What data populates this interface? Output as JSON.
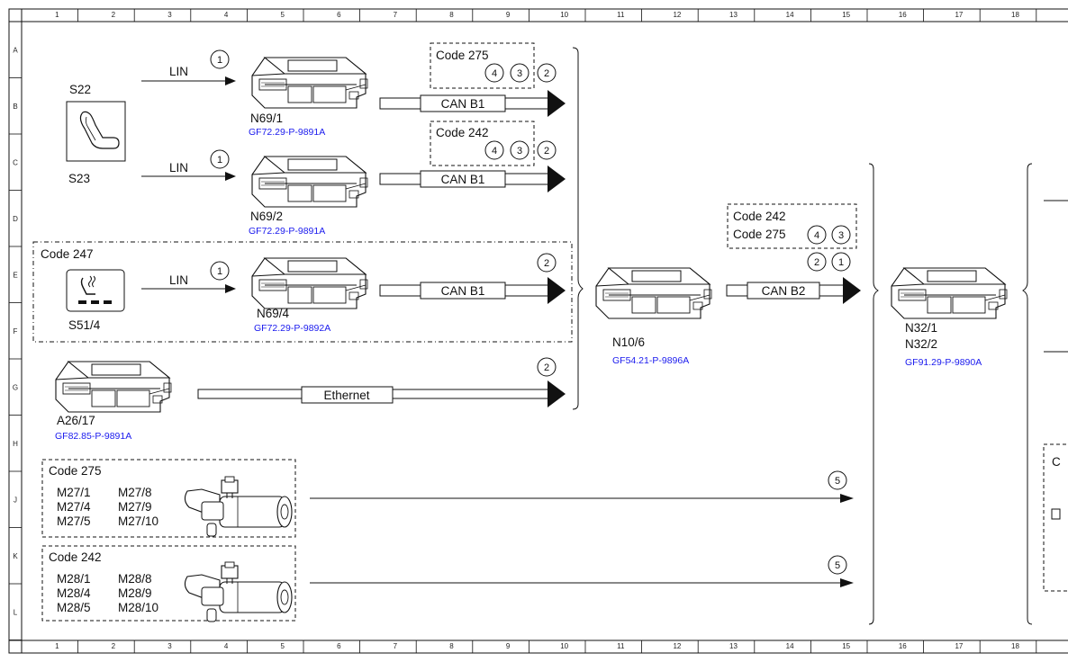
{
  "ruler": {
    "columns": [
      "1",
      "2",
      "3",
      "4",
      "5",
      "6",
      "7",
      "8",
      "9",
      "10",
      "11",
      "12",
      "13",
      "14",
      "15",
      "16",
      "17",
      "18"
    ],
    "rows": [
      "A",
      "B",
      "C",
      "D",
      "E",
      "F",
      "G",
      "H",
      "J",
      "K",
      "L"
    ]
  },
  "components": {
    "S22": "S22",
    "S23": "S23",
    "S51_4": "S51/4",
    "A26_17": {
      "label": "A26/17",
      "ref": "GF82.85-P-9891A"
    },
    "N69_1": {
      "label": "N69/1",
      "ref": "GF72.29-P-9891A"
    },
    "N69_2": {
      "label": "N69/2",
      "ref": "GF72.29-P-9891A"
    },
    "N69_4": {
      "label": "N69/4",
      "ref": "GF72.29-P-9892A"
    },
    "N10_6": {
      "label": "N10/6",
      "ref": "GF54.21-P-9896A"
    },
    "N32": {
      "label1": "N32/1",
      "label2": "N32/2",
      "ref": "GF91.29-P-9890A"
    }
  },
  "buses": {
    "lin": "LIN",
    "can_b1": "CAN B1",
    "can_b2": "CAN B2",
    "ethernet": "Ethernet"
  },
  "codes": {
    "code275": "Code 275",
    "code242": "Code 242",
    "code247": "Code 247",
    "partial": "C"
  },
  "motors_275": [
    "M27/1",
    "M27/8",
    "M27/4",
    "M27/9",
    "M27/5",
    "M27/10"
  ],
  "motors_242": [
    "M28/1",
    "M28/8",
    "M28/4",
    "M28/9",
    "M28/5",
    "M28/10"
  ],
  "markers": {
    "m1": "1",
    "m2": "2",
    "m3": "3",
    "m4": "4",
    "m5": "5"
  }
}
